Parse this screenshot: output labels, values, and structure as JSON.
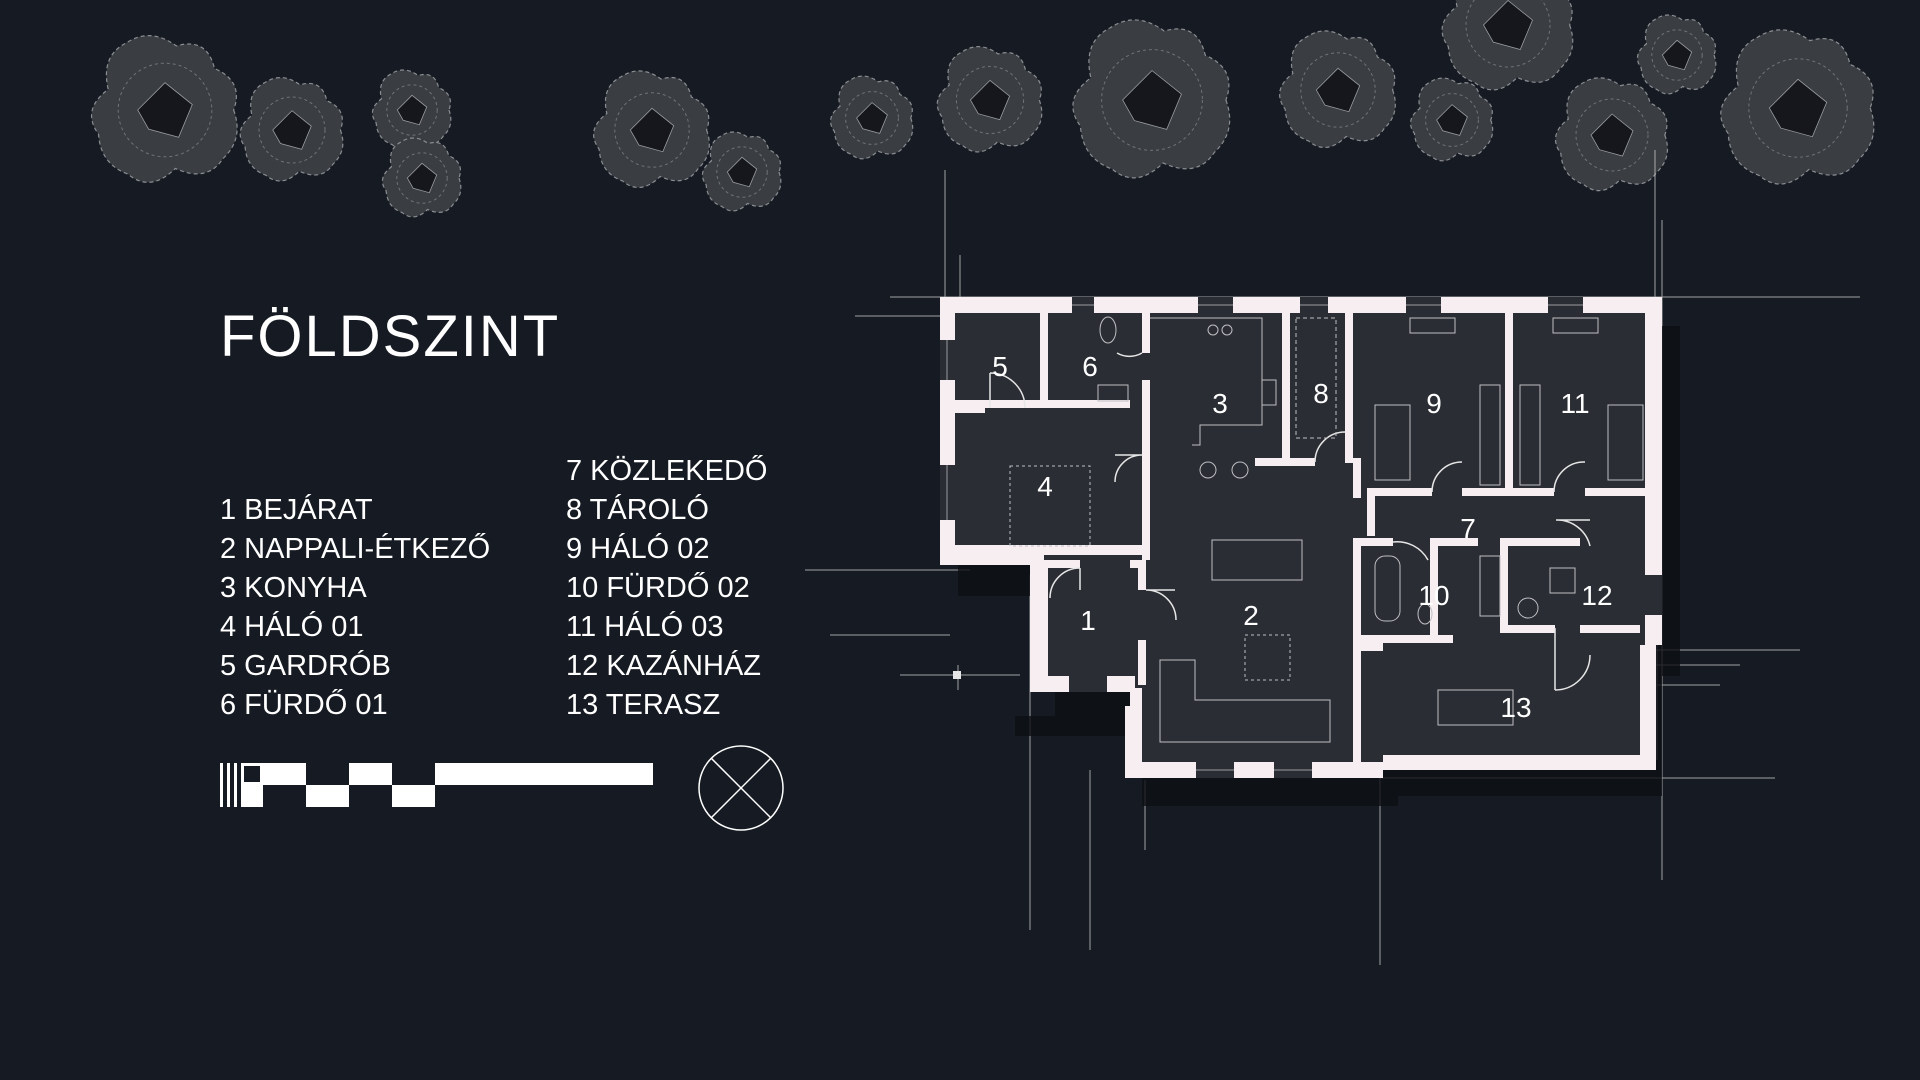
{
  "page": {
    "title": "FÖLDSZINT"
  },
  "colors": {
    "background": "#161a22",
    "wall": "#f6eef0",
    "floor": "#2a2d33",
    "tree": "#3a3d42",
    "line": "#e6e6e6"
  },
  "legend": {
    "left": [
      "1 BEJÁRAT",
      "2 NAPPALI-ÉTKEZŐ",
      "3 KONYHA",
      "4 HÁLÓ 01",
      "5 GARDRÓB",
      "6 FÜRDŐ 01"
    ],
    "right": [
      "7 KÖZLEKEDŐ",
      "8 TÁROLÓ",
      "9 HÁLÓ 02",
      "10 FÜRDŐ 02",
      "11 HÁLÓ 03",
      "12 KAZÁNHÁZ",
      "13 TERASZ"
    ]
  },
  "rooms": [
    {
      "number": "1",
      "icon": "entrance-room"
    },
    {
      "number": "2",
      "icon": "living-dining-room"
    },
    {
      "number": "3",
      "icon": "kitchen-room"
    },
    {
      "number": "4",
      "icon": "bedroom-room"
    },
    {
      "number": "5",
      "icon": "wardrobe-room"
    },
    {
      "number": "6",
      "icon": "bathroom-room"
    },
    {
      "number": "7",
      "icon": "corridor-room"
    },
    {
      "number": "8",
      "icon": "storage-room"
    },
    {
      "number": "9",
      "icon": "bedroom-room"
    },
    {
      "number": "10",
      "icon": "bathroom-room"
    },
    {
      "number": "11",
      "icon": "bedroom-room"
    },
    {
      "number": "12",
      "icon": "boiler-room"
    },
    {
      "number": "13",
      "icon": "terrace"
    }
  ],
  "icons": {
    "scale_bar": "scale-bar-icon",
    "north_arrow": "north-arrow-icon",
    "tree": "tree-icon"
  }
}
